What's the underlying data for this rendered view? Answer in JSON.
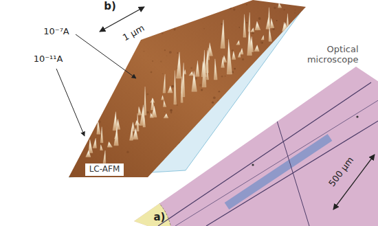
{
  "diagram": {
    "labels": [
      "b)",
      "1 µm",
      "10⁻⁷A",
      "10⁻¹¹A",
      "LC-AFM",
      "Optical microscope",
      "500 µm",
      "a)"
    ]
  }
}
